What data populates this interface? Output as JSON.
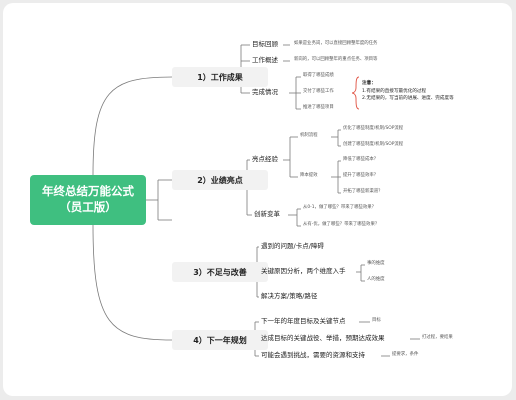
{
  "central": {
    "line1": "年终总结万能公式",
    "line2": "（员工版）"
  },
  "branches": [
    {
      "label": "1）工作成果"
    },
    {
      "label": "2）业绩亮点"
    },
    {
      "label": "3）不足与改善"
    },
    {
      "label": "4）下一年规划"
    }
  ],
  "b1": {
    "mubiao": "目标回顾",
    "mubiao_desc": "如果是业务岗，可以直接回顾整年度的任务",
    "gaishu": "工作概述",
    "gaishu_desc": "新岗的，可以回顾整年的重点任务、项目等",
    "wancheng": "完成情况",
    "wc_items": [
      "取得了哪些成绩",
      "交付了哪些工作",
      "推进了哪些项目"
    ],
    "note_title": "注意：",
    "note_lines": [
      "1.有结果的直接写最优化的过程",
      "2.无结果的，写当前的进展、进度、完成度等"
    ]
  },
  "b2": {
    "liangdian": "亮点经验",
    "jizhi": "机制流程",
    "jizhi_items": [
      "优化了哪些制度/机制/SOP流程",
      "创建了哪些制度/机制/SOP流程"
    ],
    "jiangben": "降本提效",
    "jiangben_items": [
      "降低了哪些成本？",
      "提升了哪些效率？",
      "开拓了哪些新渠道？"
    ],
    "chuangxin": "创新变革",
    "chuangxin_items": [
      "从0-1，做了哪些？带来了哪些效果？",
      "从有-优，做了哪些？带来了哪些效果？"
    ]
  },
  "b3": {
    "wenti": "遇到的问题/卡点/障碍",
    "yuanyin": "关键原因分析，两个维度入手",
    "yuanyin_items": [
      "事的维度",
      "人的维度"
    ],
    "fangan": "解决方案/策略/路径"
  },
  "b4": {
    "mubiao": "下一年的年度目标及关键节点",
    "mubiao_desc": "目标",
    "zhanlue": "达成目标的关键战役、举措，预期达成效果",
    "zhanlue_desc": "打过程，要结果",
    "ziyuan": "可能会遇到挑战，需要的资源和支持",
    "ziyuan_desc": "提要求，条件"
  },
  "colors": {
    "central": "#3fbf80",
    "bracket": "#e05040",
    "line": "#7a7a7a"
  }
}
